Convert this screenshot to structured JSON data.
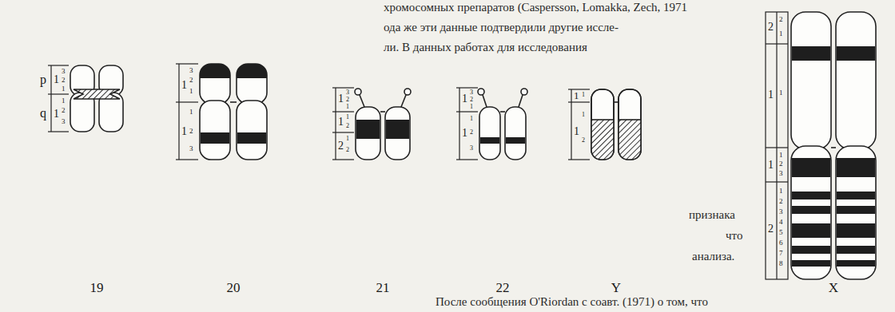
{
  "diagram": {
    "labels": [
      "хромосомных препаратов (Caspersson, Lomakka, Zech, 1971",
      "ода же эти данные подтвердили другие иссле-",
      "ли. В данных работах для исследования",
      "признака",
      "что",
      "анализа.",
      "После сообщения O'Riordan с соавт. (1971) о том, что",
      "p",
      "q",
      "1",
      "3",
      "2",
      "1",
      "1",
      "1",
      "2",
      "3",
      "1",
      "3",
      "2",
      "1",
      "1",
      "1",
      "2",
      "3",
      "1",
      "3",
      "2",
      "1",
      "1",
      "1",
      "2",
      "2",
      "1",
      "2",
      "1",
      "3",
      "2",
      "1",
      "1",
      "1",
      "2",
      "3",
      "1",
      "1",
      "1",
      "1",
      "2",
      "2",
      "2",
      "1",
      "1",
      "1",
      "1",
      "1",
      "2",
      "3",
      "2",
      "1",
      "2",
      "3",
      "4",
      "5",
      "6",
      "7",
      "8",
      "19",
      "20",
      "21",
      "22",
      "Y",
      "X"
    ]
  }
}
